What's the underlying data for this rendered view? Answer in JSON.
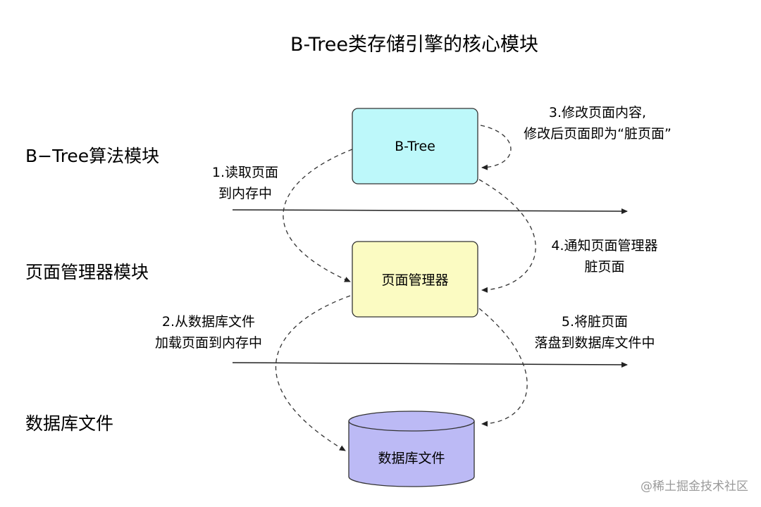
{
  "title": "B-Tree类存储引擎的核心模块",
  "colors": {
    "btree_box": "#bdf8fa",
    "page_manager_box": "#fbfbc2",
    "db_file_box": "#bcbaf5",
    "box_stroke": "#333333"
  },
  "layers": {
    "btree": "B−Tree算法模块",
    "page_manager": "页面管理器模块",
    "db_file": "数据库文件"
  },
  "boxes": {
    "btree": "B-Tree",
    "page_manager": "页面管理器",
    "db_file": "数据库文件"
  },
  "steps": {
    "step1": [
      "1.读取页面",
      "到内存中"
    ],
    "step2": [
      "2.从数据库文件",
      "加载页面到内存中"
    ],
    "step3": [
      "3.修改页面内容,",
      "修改后页面即为“脏页面”"
    ],
    "step4": [
      "4.通知页面管理器",
      "脏页面"
    ],
    "step5": [
      "5.将脏页面",
      "落盘到数据库文件中"
    ]
  },
  "watermark": "@稀土掘金技术社区"
}
